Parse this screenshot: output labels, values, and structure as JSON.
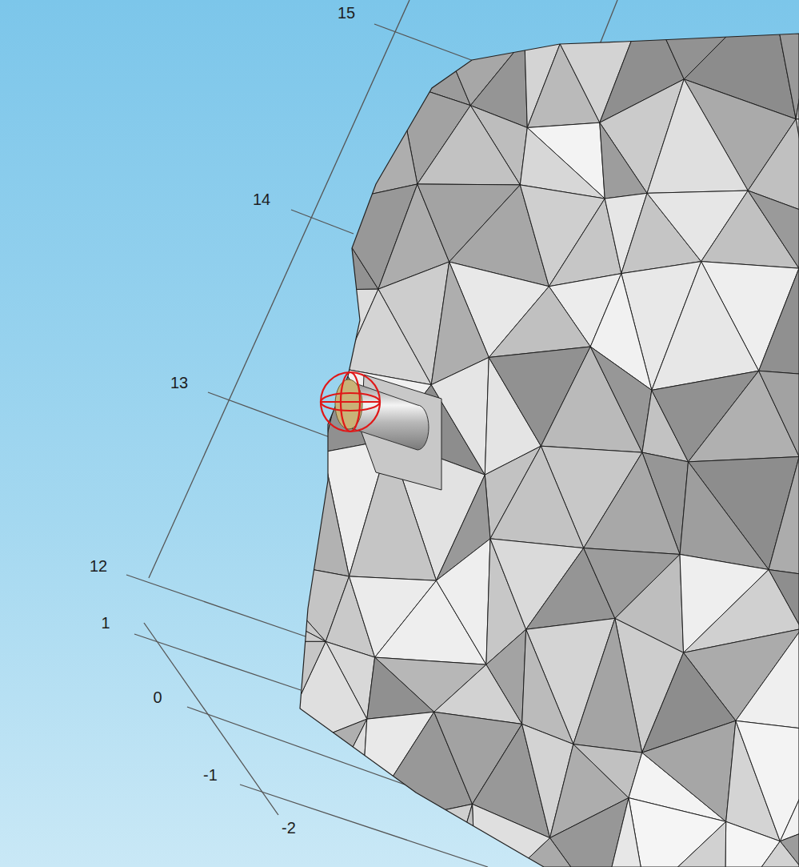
{
  "diagram": {
    "labels": [
      "15",
      "14",
      "13",
      "12",
      "1",
      "0",
      "-1",
      "-2"
    ]
  }
}
